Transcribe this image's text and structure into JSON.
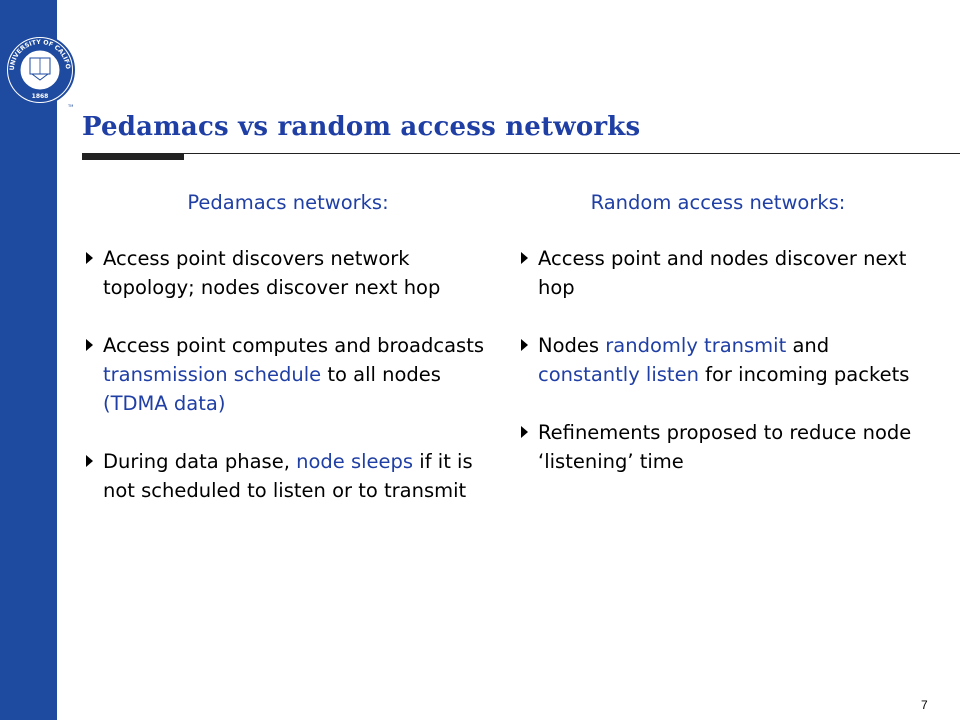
{
  "seal": {
    "text_top": "THE UNIVERSITY OF CALIFORNIA",
    "year": "1868",
    "tm": "TM"
  },
  "slide": {
    "title": "Pedamacs vs random access networks",
    "page_number": "7"
  },
  "left_column": {
    "header": "Pedamacs networks:",
    "bullets": [
      {
        "segments": [
          {
            "text": "Access point discovers network topology; nodes discover next hop",
            "highlight": false
          }
        ]
      },
      {
        "segments": [
          {
            "text": "Access point computes and broadcasts ",
            "highlight": false
          },
          {
            "text": "transmission schedule",
            "highlight": true
          },
          {
            "text": " to all nodes ",
            "highlight": false
          },
          {
            "text": "(TDMA data)",
            "highlight": true
          }
        ]
      },
      {
        "segments": [
          {
            "text": "During data phase, ",
            "highlight": false
          },
          {
            "text": "node sleeps",
            "highlight": true
          },
          {
            "text": " if it is not scheduled to listen or to transmit",
            "highlight": false
          }
        ]
      }
    ]
  },
  "right_column": {
    "header": "Random access networks:",
    "bullets": [
      {
        "segments": [
          {
            "text": "Access point and nodes discover next hop",
            "highlight": false
          }
        ]
      },
      {
        "segments": [
          {
            "text": "Nodes ",
            "highlight": false
          },
          {
            "text": "randomly transmit",
            "highlight": true
          },
          {
            "text": " and ",
            "highlight": false
          },
          {
            "text": "constantly listen",
            "highlight": true
          },
          {
            "text": " for incoming packets",
            "highlight": false
          }
        ]
      },
      {
        "segments": [
          {
            "text": "Refinements proposed to reduce node ‘listening’ time",
            "highlight": false
          }
        ]
      }
    ]
  },
  "colors": {
    "accent_blue": "#1f3fa5",
    "sidebar_blue": "#1e4aa0"
  }
}
